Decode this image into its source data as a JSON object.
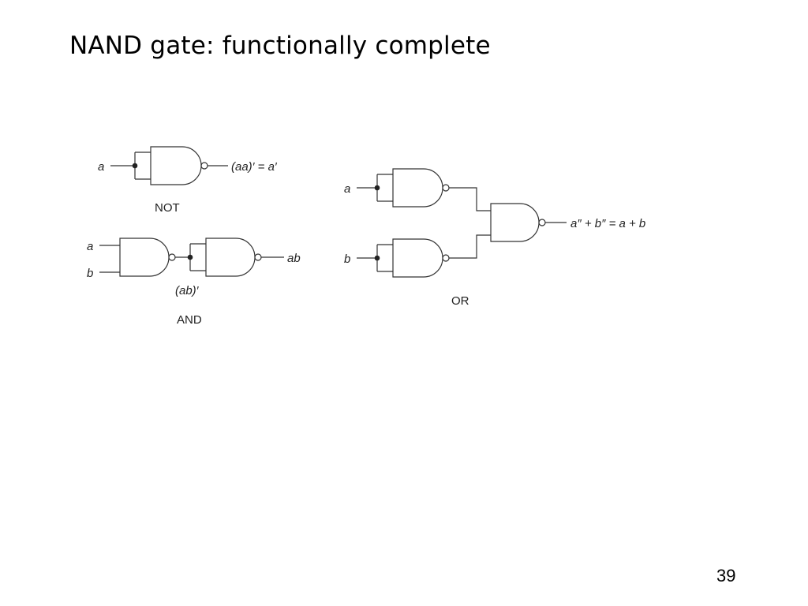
{
  "slide": {
    "title": "NAND gate: functionally complete",
    "page_number": "39"
  },
  "not_circuit": {
    "input_label": "a",
    "output_label": "(aa)′ = a′",
    "caption": "NOT"
  },
  "and_circuit": {
    "input_a_label": "a",
    "input_b_label": "b",
    "middle_label": "(ab)′",
    "output_label": "ab",
    "caption": "AND"
  },
  "or_circuit": {
    "input_a_label": "a",
    "input_b_label": "b",
    "output_label": "a″ + b″ = a + b",
    "caption": "OR"
  }
}
